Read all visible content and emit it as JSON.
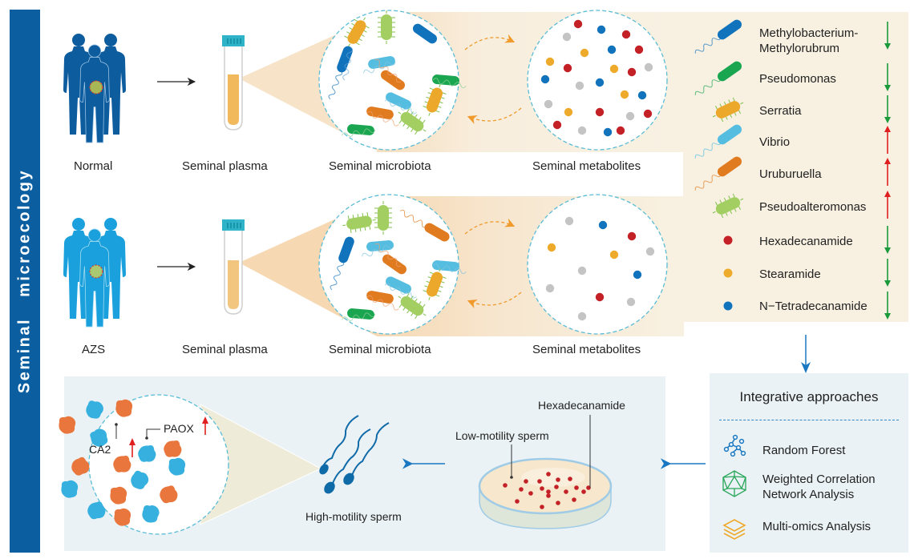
{
  "sidebar": {
    "title": "Seminal microecology"
  },
  "rows": [
    {
      "group_label": "Normal",
      "plasma_label": "Seminal plasma",
      "microbiota_label": "Seminal microbiota",
      "metabolites_label": "Seminal metabolites"
    },
    {
      "group_label": "AZS",
      "plasma_label": "Seminal plasma",
      "microbiota_label": "Seminal microbiota",
      "metabolites_label": "Seminal metabolites"
    }
  ],
  "legend": {
    "items": [
      {
        "label": "Methylobacterium-\nMethylorubrum",
        "line1": "Methylobacterium-",
        "line2": "Methylorubrum",
        "kind": "bacterium",
        "color": "#1273bd",
        "trend": "down"
      },
      {
        "label": "Pseudomonas",
        "kind": "bacterium",
        "color": "#1aa550",
        "trend": "down"
      },
      {
        "label": "Serratia",
        "kind": "spiky",
        "color": "#eba82b",
        "trend": "down"
      },
      {
        "label": "Vibrio",
        "kind": "bacterium",
        "color": "#55bde0",
        "trend": "up"
      },
      {
        "label": "Uruburuella",
        "kind": "bacterium",
        "color": "#e07b20",
        "trend": "up"
      },
      {
        "label": "Pseudoalteromonas",
        "kind": "spiky",
        "color": "#a3cf62",
        "trend": "up"
      },
      {
        "label": "Hexadecanamide",
        "kind": "dot",
        "color": "#c42127",
        "trend": "down"
      },
      {
        "label": "Stearamide",
        "kind": "dot",
        "color": "#eeaa2a",
        "trend": "down"
      },
      {
        "label": "N−Tetradecanamide",
        "kind": "dot",
        "color": "#1273bd",
        "trend": "down"
      }
    ],
    "trend_colors": {
      "up": "#e02020",
      "down": "#1a9a3a"
    }
  },
  "bottom": {
    "proteins": {
      "ca2": "CA2",
      "paox": "PAOX"
    },
    "high_motility_label": "High-motility sperm",
    "low_motility_label": "Low-motility sperm",
    "treatment_label": "Hexadecanamide"
  },
  "integrative": {
    "title": "Integrative approaches",
    "methods": [
      {
        "label_line1": "Random Forest",
        "label_line2": "",
        "icon": "tree-network-icon"
      },
      {
        "label_line1": "Weighted Correlation",
        "label_line2": "Network Analysis",
        "icon": "icosahedron-network-icon"
      },
      {
        "label_line1": "Multi-omics Analysis",
        "label_line2": "",
        "icon": "layers-stack-icon"
      }
    ]
  },
  "colors": {
    "sidebar": "#0b5fa1",
    "normal_people": "#0d5c9e",
    "azs_people": "#1aa0dc",
    "beige_band": "#f8f1e2",
    "panel_bg": "#eaf2f5",
    "dashed_circle": "#5bbcd6",
    "arrow_blue": "#1a78c2",
    "cycle_arrow": "#ef9a2a"
  }
}
